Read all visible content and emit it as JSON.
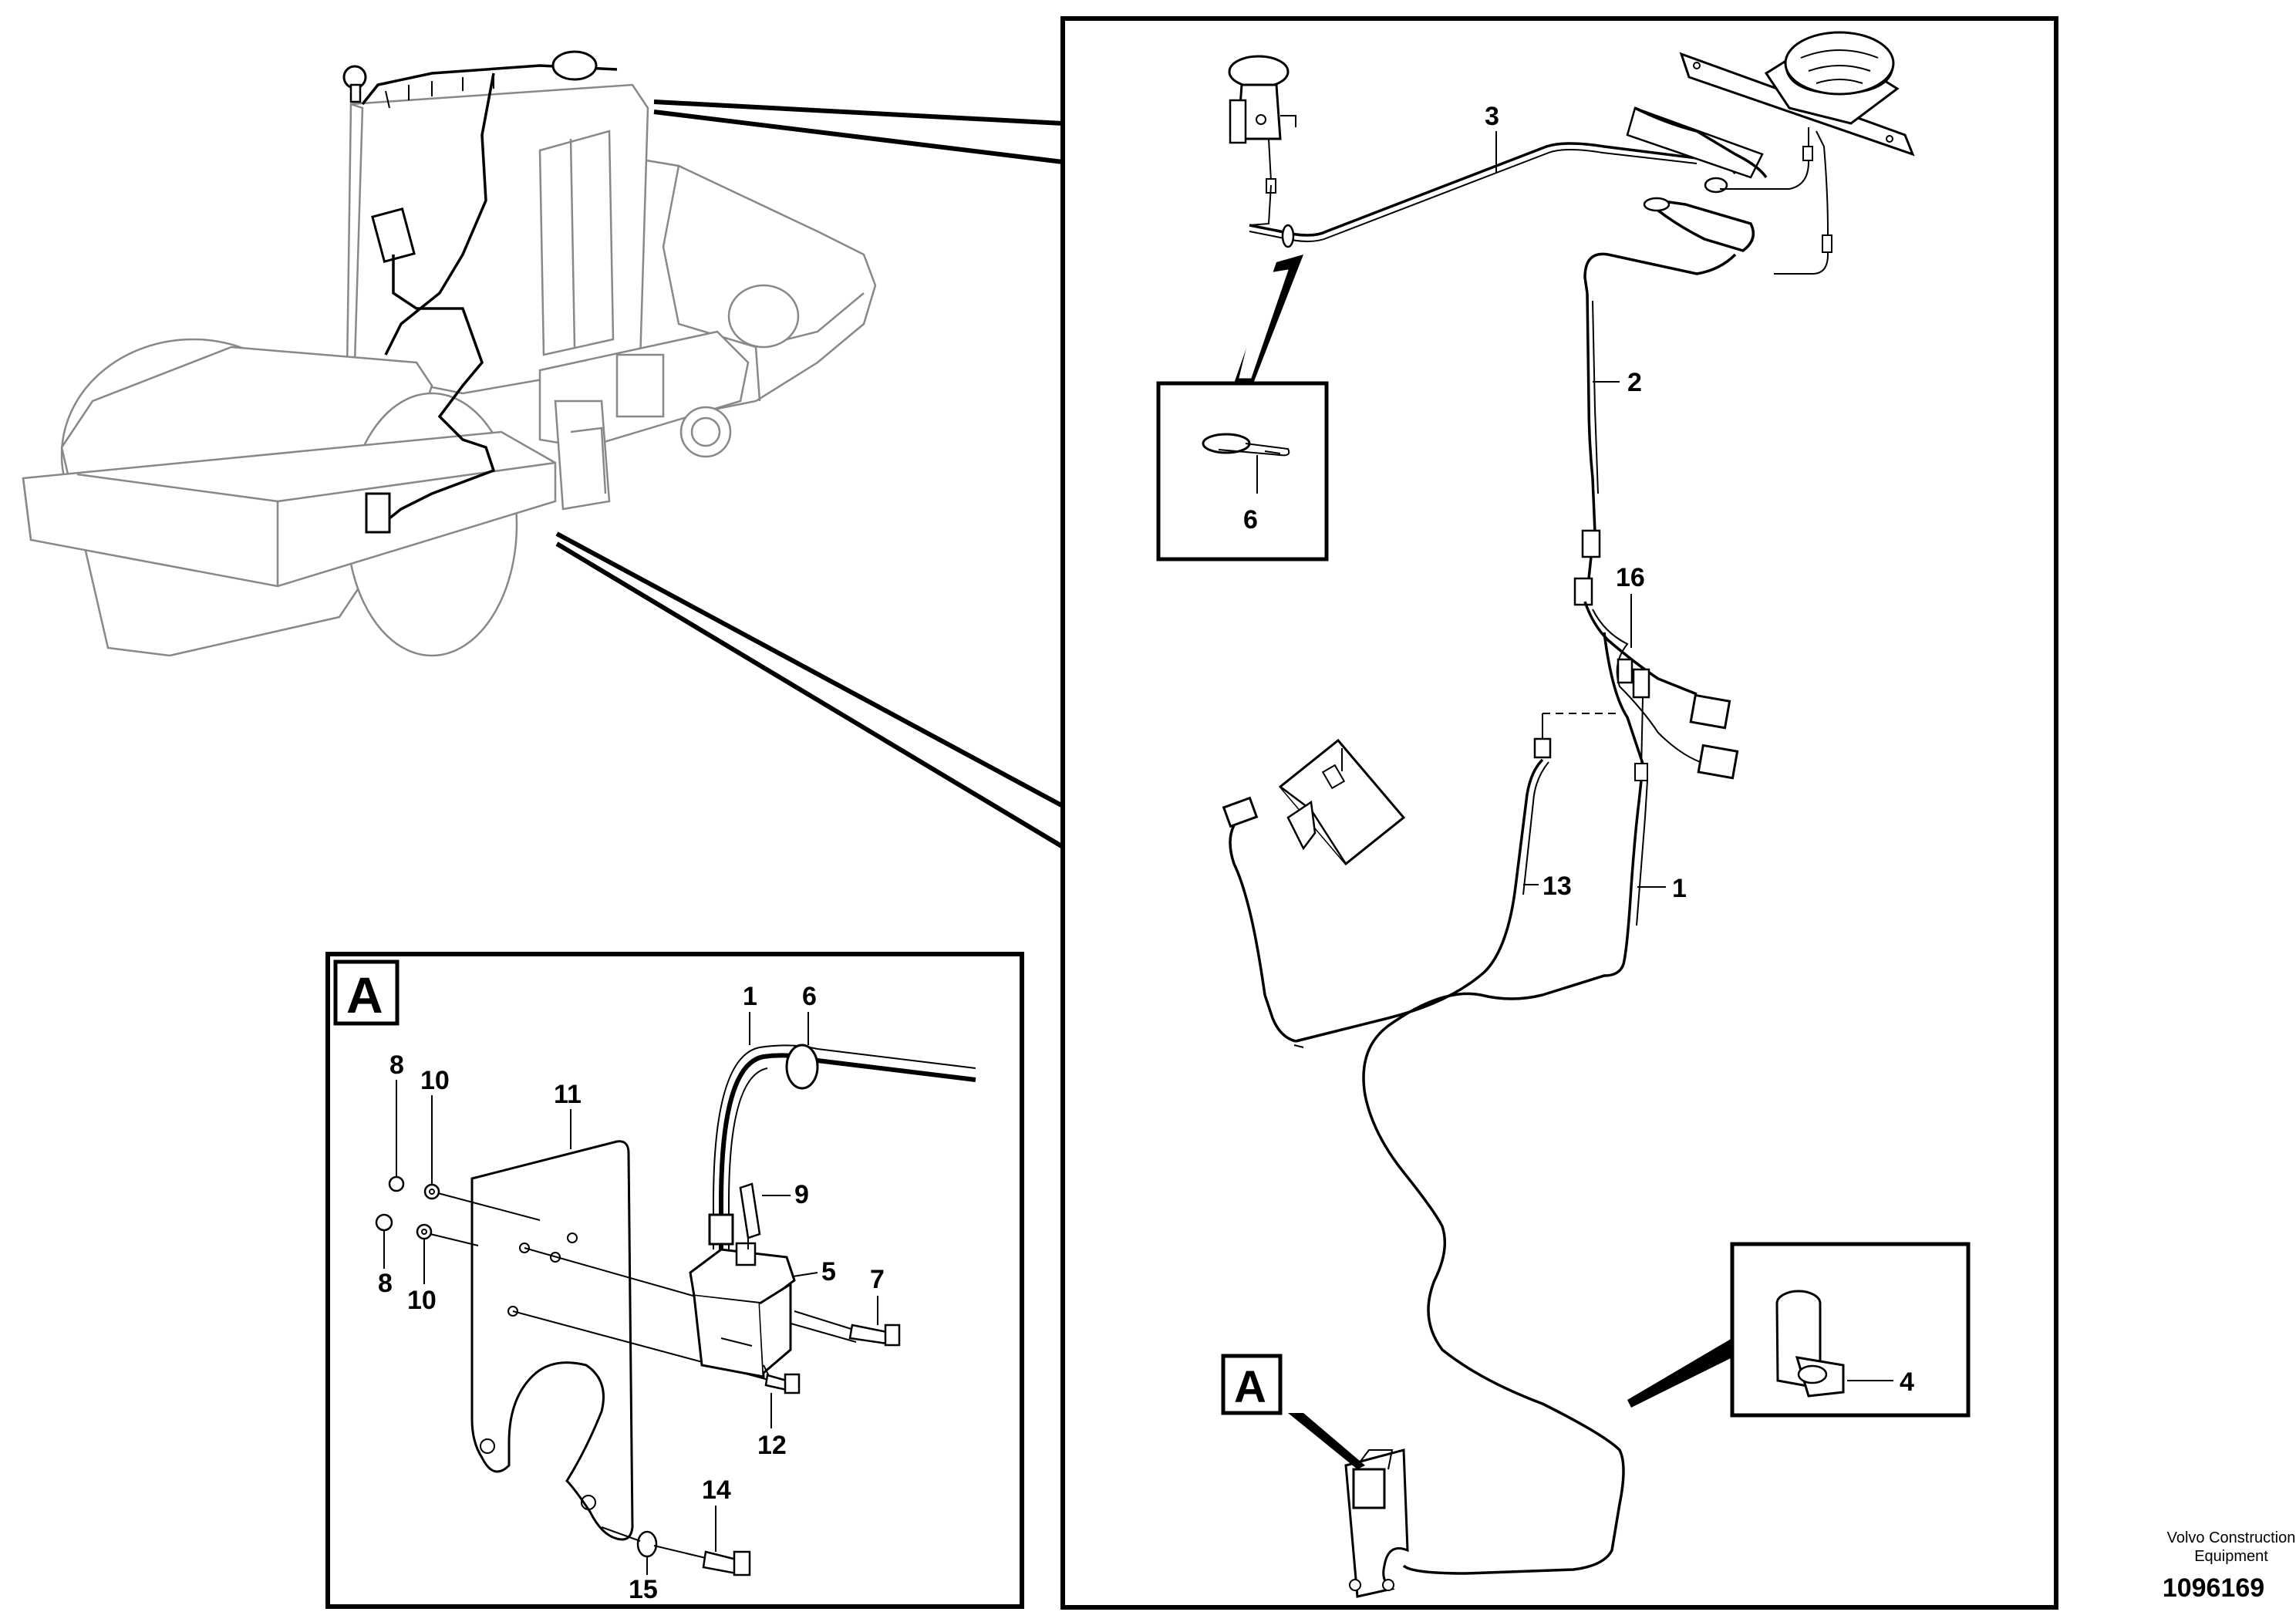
{
  "callouts": {
    "main": {
      "c3": "3",
      "c2": "2",
      "c6": "6",
      "c16": "16",
      "c13": "13",
      "c1": "1",
      "c4": "4",
      "cA": "A"
    },
    "detail": {
      "title": "A",
      "c1": "1",
      "c6": "6",
      "c8a": "8",
      "c10a": "10",
      "c11": "11",
      "c9": "9",
      "c5": "5",
      "c7": "7",
      "c8b": "8",
      "c10b": "10",
      "c12": "12",
      "c14": "14",
      "c15": "15"
    }
  },
  "footer": {
    "company_line1": "Volvo Construction",
    "company_line2": "Equipment",
    "drawing_number": "1096169"
  },
  "icons": [
    "vehicle-overview-illustration",
    "gps-antenna-icon",
    "cable-tie-icon",
    "cable-clip-icon",
    "sensor-unit-icon",
    "control-box-icon",
    "connector-icon",
    "bolt-icon",
    "washer-icon",
    "bracket-icon"
  ]
}
